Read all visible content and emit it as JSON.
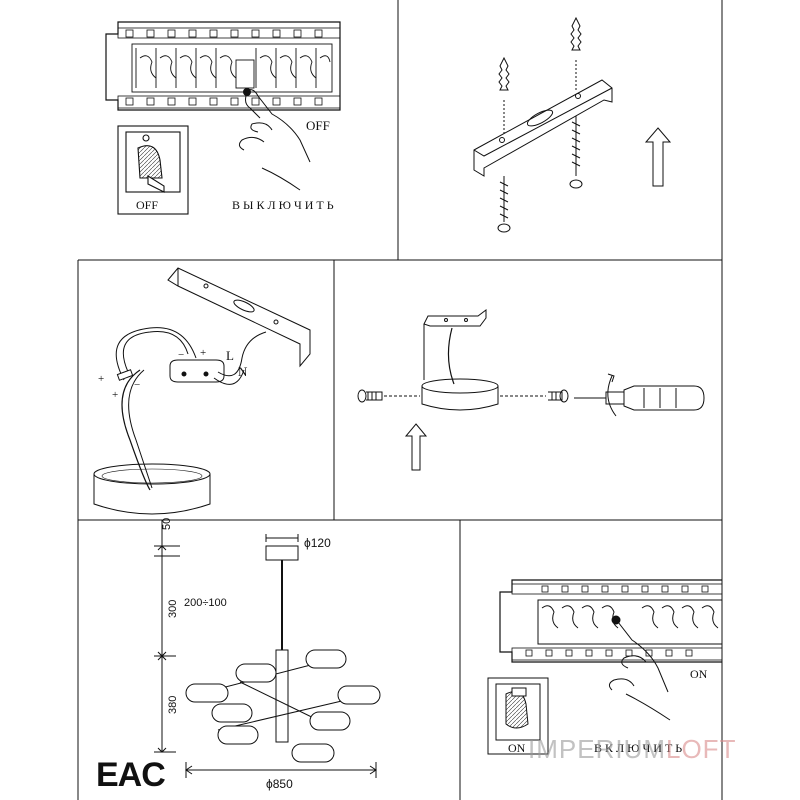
{
  "step1": {
    "switch_state": "OFF",
    "switch_label": "OFF",
    "caption": "В Ы К Л Ю Ч И Т Ь"
  },
  "step6": {
    "switch_state": "ON",
    "switch_label": "ON",
    "caption": "В К Л Ю Ч И Т Ь"
  },
  "wiring": {
    "live": "L",
    "neutral": "N",
    "plus": "+",
    "minus": "−"
  },
  "dimensions": {
    "d_canopy": "ϕ120",
    "d_overall": "ϕ850",
    "top_gap": "50",
    "rod": "300",
    "rod_adjust": "200÷100",
    "body": "380"
  },
  "certification": "EAC",
  "watermark": {
    "part1": "IMPERIUM",
    "part2": "LOFT"
  },
  "colors": {
    "line": "#111111",
    "watermark_gray": "#9a9a9a",
    "watermark_accent": "#d88a8a"
  }
}
